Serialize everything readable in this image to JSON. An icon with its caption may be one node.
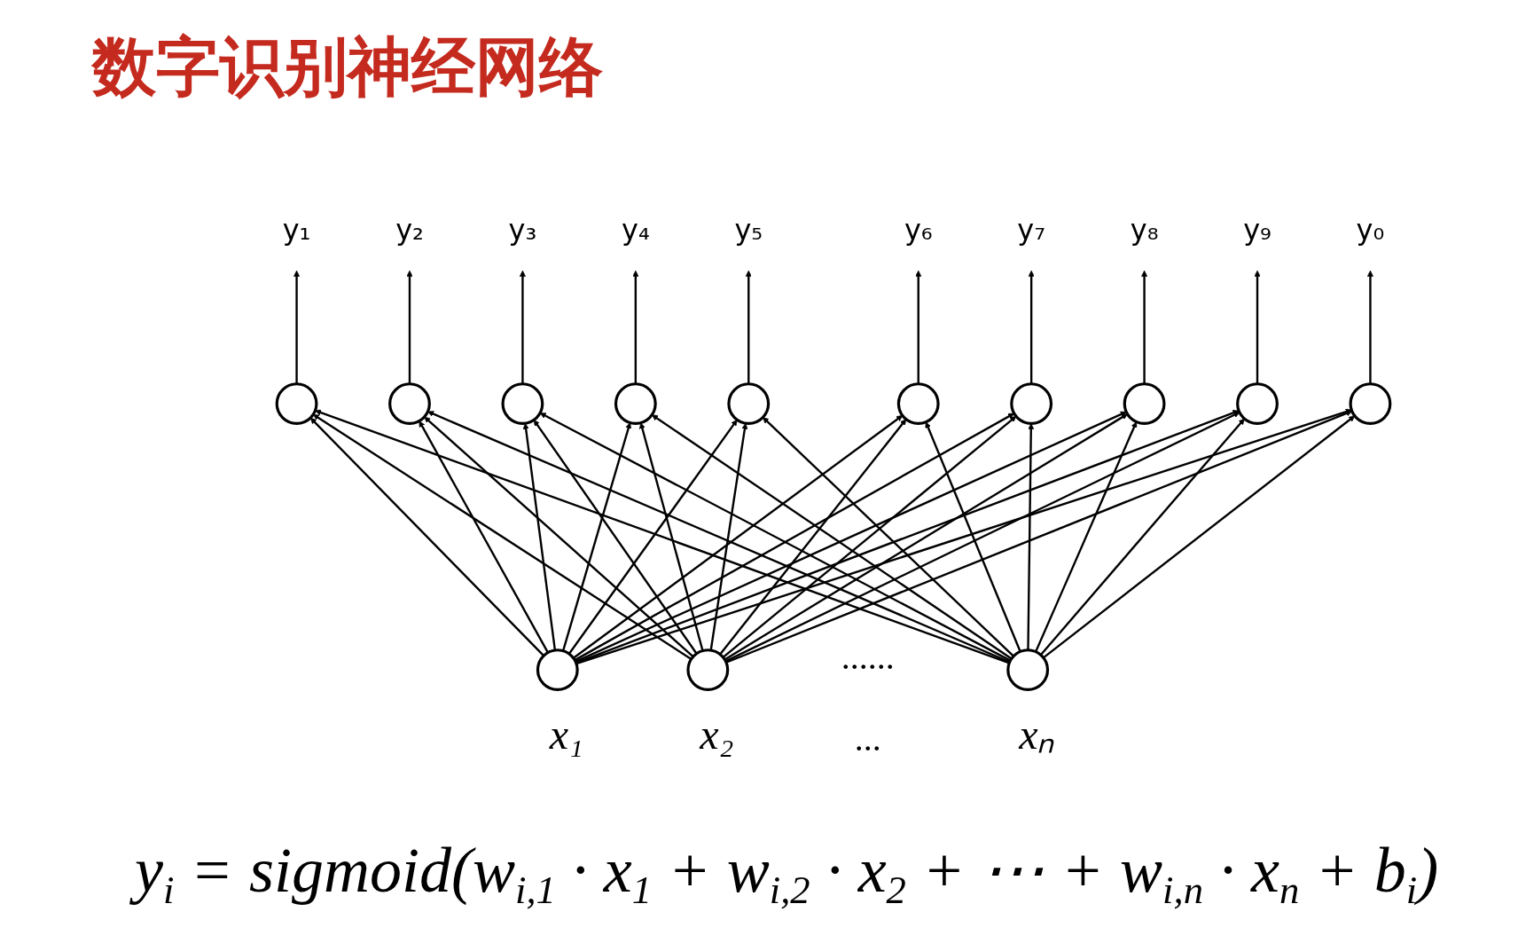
{
  "diagram": {
    "title": "数字识别神经网络",
    "nodes": [
      {
        "text": [
          "y₁"
        ]
      },
      {
        "text": [
          "y₂"
        ]
      },
      {
        "text": [
          "y₃"
        ]
      },
      {
        "text": [
          "y₄"
        ]
      },
      {
        "text": [
          "y₅"
        ]
      },
      {
        "text": [
          "y₆"
        ]
      },
      {
        "text": [
          "y₇"
        ]
      },
      {
        "text": [
          "y₈"
        ]
      },
      {
        "text": [
          "y₉"
        ]
      },
      {
        "text": [
          "y₀"
        ]
      },
      {
        "text": [],
        "shape": "circle"
      },
      {
        "text": [],
        "shape": "circle"
      },
      {
        "text": [],
        "shape": "circle"
      },
      {
        "text": [],
        "shape": "circle"
      },
      {
        "text": [],
        "shape": "circle"
      },
      {
        "text": [],
        "shape": "circle"
      },
      {
        "text": [],
        "shape": "circle"
      },
      {
        "text": [],
        "shape": "circle"
      },
      {
        "text": [],
        "shape": "circle"
      },
      {
        "text": [],
        "shape": "circle"
      },
      {
        "text": [],
        "shape": "circle",
        "beside": [
          "x₁"
        ]
      },
      {
        "text": [],
        "shape": "circle",
        "beside": [
          "x₂"
        ]
      },
      {
        "text": [],
        "shape": "circle",
        "beside": [
          "xₙ"
        ]
      }
    ],
    "edges": [
      {
        "from": 10,
        "to": 0,
        "arrow": "to"
      },
      {
        "from": 11,
        "to": 1,
        "arrow": "to"
      },
      {
        "from": 12,
        "to": 2,
        "arrow": "to"
      },
      {
        "from": 13,
        "to": 3,
        "arrow": "to"
      },
      {
        "from": 14,
        "to": 4,
        "arrow": "to"
      },
      {
        "from": 15,
        "to": 5,
        "arrow": "to"
      },
      {
        "from": 16,
        "to": 6,
        "arrow": "to"
      },
      {
        "from": 17,
        "to": 7,
        "arrow": "to"
      },
      {
        "from": 18,
        "to": 8,
        "arrow": "to"
      },
      {
        "from": 19,
        "to": 9,
        "arrow": "to"
      },
      {
        "from": 20,
        "to": 10,
        "arrow": "to"
      },
      {
        "from": 20,
        "to": 11,
        "arrow": "to"
      },
      {
        "from": 20,
        "to": 12,
        "arrow": "to"
      },
      {
        "from": 20,
        "to": 13,
        "arrow": "to"
      },
      {
        "from": 20,
        "to": 14,
        "arrow": "to"
      },
      {
        "from": 20,
        "to": 15,
        "arrow": "to"
      },
      {
        "from": 20,
        "to": 16,
        "arrow": "to"
      },
      {
        "from": 20,
        "to": 17,
        "arrow": "to"
      },
      {
        "from": 20,
        "to": 18,
        "arrow": "to"
      },
      {
        "from": 20,
        "to": 19,
        "arrow": "to"
      },
      {
        "from": 21,
        "to": 10,
        "arrow": "to"
      },
      {
        "from": 21,
        "to": 11,
        "arrow": "to"
      },
      {
        "from": 21,
        "to": 12,
        "arrow": "to"
      },
      {
        "from": 21,
        "to": 13,
        "arrow": "to"
      },
      {
        "from": 21,
        "to": 14,
        "arrow": "to"
      },
      {
        "from": 21,
        "to": 15,
        "arrow": "to"
      },
      {
        "from": 21,
        "to": 16,
        "arrow": "to"
      },
      {
        "from": 21,
        "to": 17,
        "arrow": "to"
      },
      {
        "from": 21,
        "to": 18,
        "arrow": "to"
      },
      {
        "from": 21,
        "to": 19,
        "arrow": "to"
      },
      {
        "from": 22,
        "to": 10,
        "arrow": "to"
      },
      {
        "from": 22,
        "to": 11,
        "arrow": "to"
      },
      {
        "from": 22,
        "to": 12,
        "arrow": "to"
      },
      {
        "from": 22,
        "to": 13,
        "arrow": "to"
      },
      {
        "from": 22,
        "to": 14,
        "arrow": "to"
      },
      {
        "from": 22,
        "to": 15,
        "arrow": "to"
      },
      {
        "from": 22,
        "to": 16,
        "arrow": "to"
      },
      {
        "from": 22,
        "to": 17,
        "arrow": "to"
      },
      {
        "from": 22,
        "to": 18,
        "arrow": "to"
      },
      {
        "from": 22,
        "to": 19,
        "arrow": "to"
      }
    ],
    "labels": [
      "......",
      "...",
      "y$_{i}$ = sigmoid(w$_{i,1}$ · x$_{1}$ + w$_{i,2}$ · x$_{2}$ + ⋯ + w$_{i,n}$ · x$_{n}$ + b$_{i}$)"
    ]
  }
}
